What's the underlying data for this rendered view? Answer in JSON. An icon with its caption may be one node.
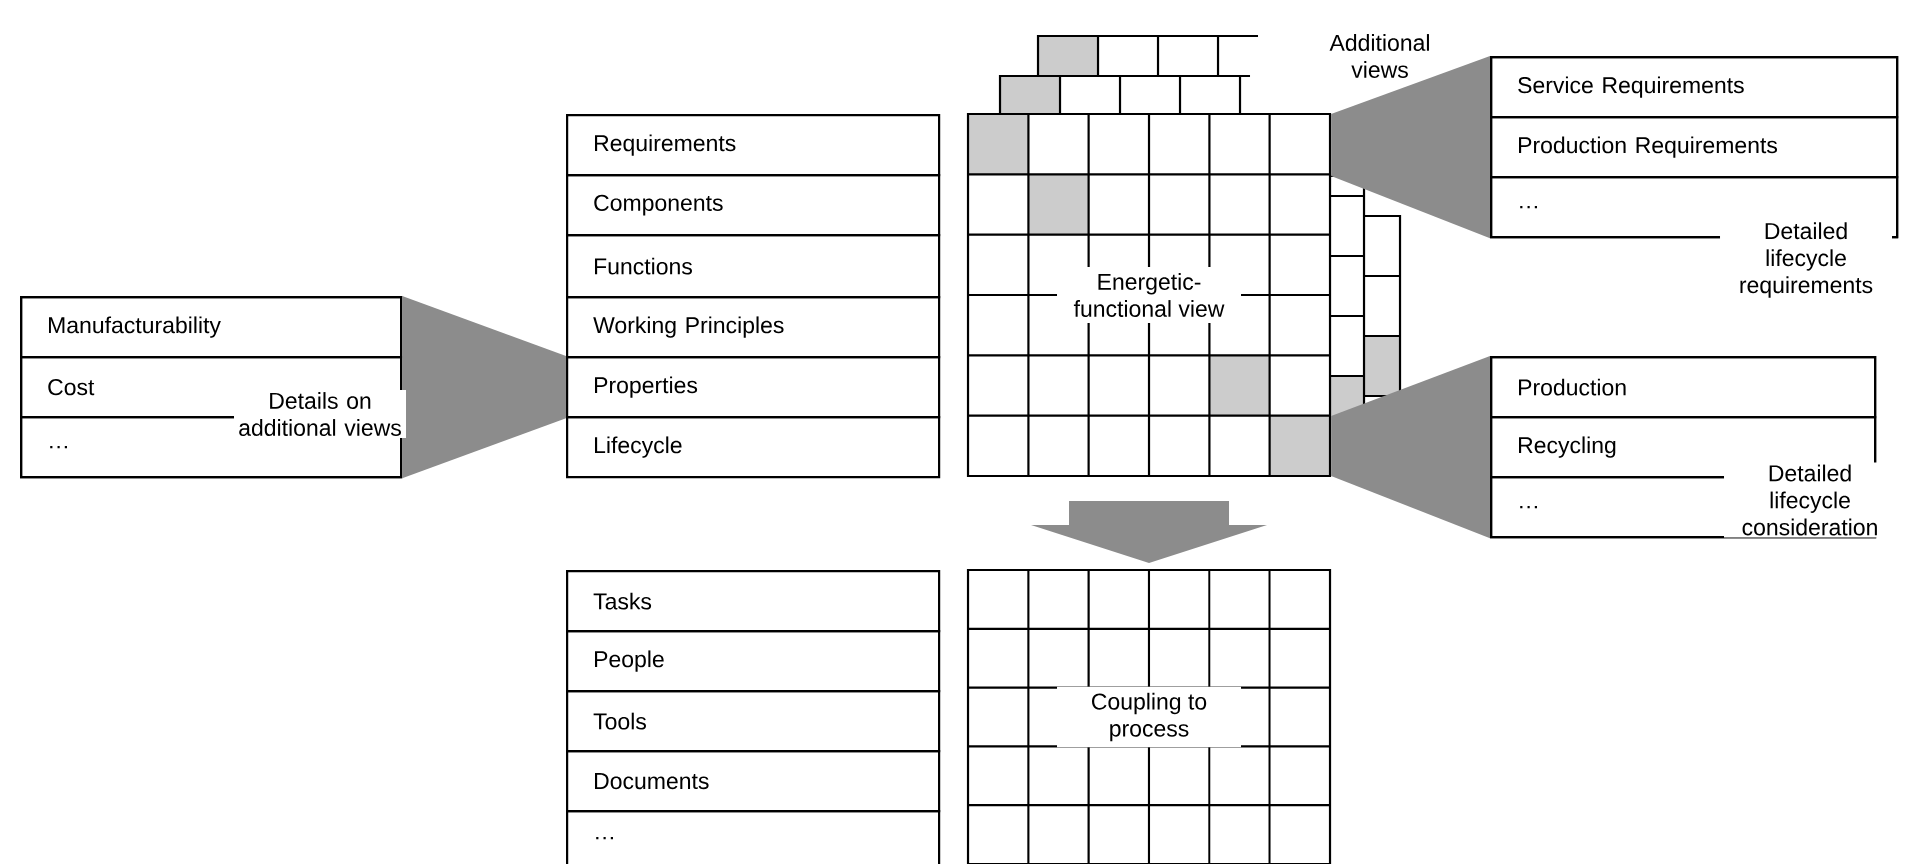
{
  "diagram": {
    "nodes": [
      {
        "text": [
          "Requirements"
        ]
      },
      {
        "text": [
          "Components"
        ]
      },
      {
        "text": [
          "Functions"
        ]
      },
      {
        "text": [
          "Working Principles"
        ]
      },
      {
        "text": [
          "Properties"
        ]
      },
      {
        "text": [
          "Lifecycle"
        ]
      },
      {
        "text": [
          "Energetic-functional view"
        ]
      },
      {
        "text": [],
        "shape": "box",
        "beside": [
          "Details on additional views"
        ]
      },
      {
        "text": [
          "Manufacturability"
        ],
        "in": 7
      },
      {
        "text": [
          "Cost"
        ],
        "in": 7
      },
      {
        "text": [
          "…"
        ],
        "in": 7
      },
      {
        "text": [],
        "shape": "box",
        "beside": [
          "Detailed lifecycle requirements"
        ]
      },
      {
        "text": [
          "Service Requirements"
        ],
        "in": 11
      },
      {
        "text": [
          "Production Requirements"
        ],
        "in": 11
      },
      {
        "text": [
          "…"
        ],
        "in": 11
      },
      {
        "text": [],
        "shape": "box",
        "beside": [
          "Detailed lifecycle consideration"
        ]
      },
      {
        "text": [
          "Production"
        ],
        "in": 15
      },
      {
        "text": [
          "Recycling"
        ],
        "in": 15
      },
      {
        "text": [
          "…"
        ],
        "in": 15
      },
      {
        "text": [
          "Tasks"
        ]
      },
      {
        "text": [
          "People"
        ]
      },
      {
        "text": [
          "Tools"
        ]
      },
      {
        "text": [
          "Documents"
        ]
      },
      {
        "text": [
          "…"
        ]
      },
      {
        "text": [
          "Coupling to process"
        ]
      }
    ],
    "edges": [
      {
        "from": 7,
        "to": 4,
        "arrow": "none"
      },
      {
        "from": 6,
        "to": 11,
        "arrow": "none"
      },
      {
        "from": 6,
        "to": 15,
        "arrow": "none"
      },
      {
        "from": 6,
        "to": 24,
        "arrow": "to"
      }
    ],
    "labels": [
      "Additional views"
    ]
  }
}
